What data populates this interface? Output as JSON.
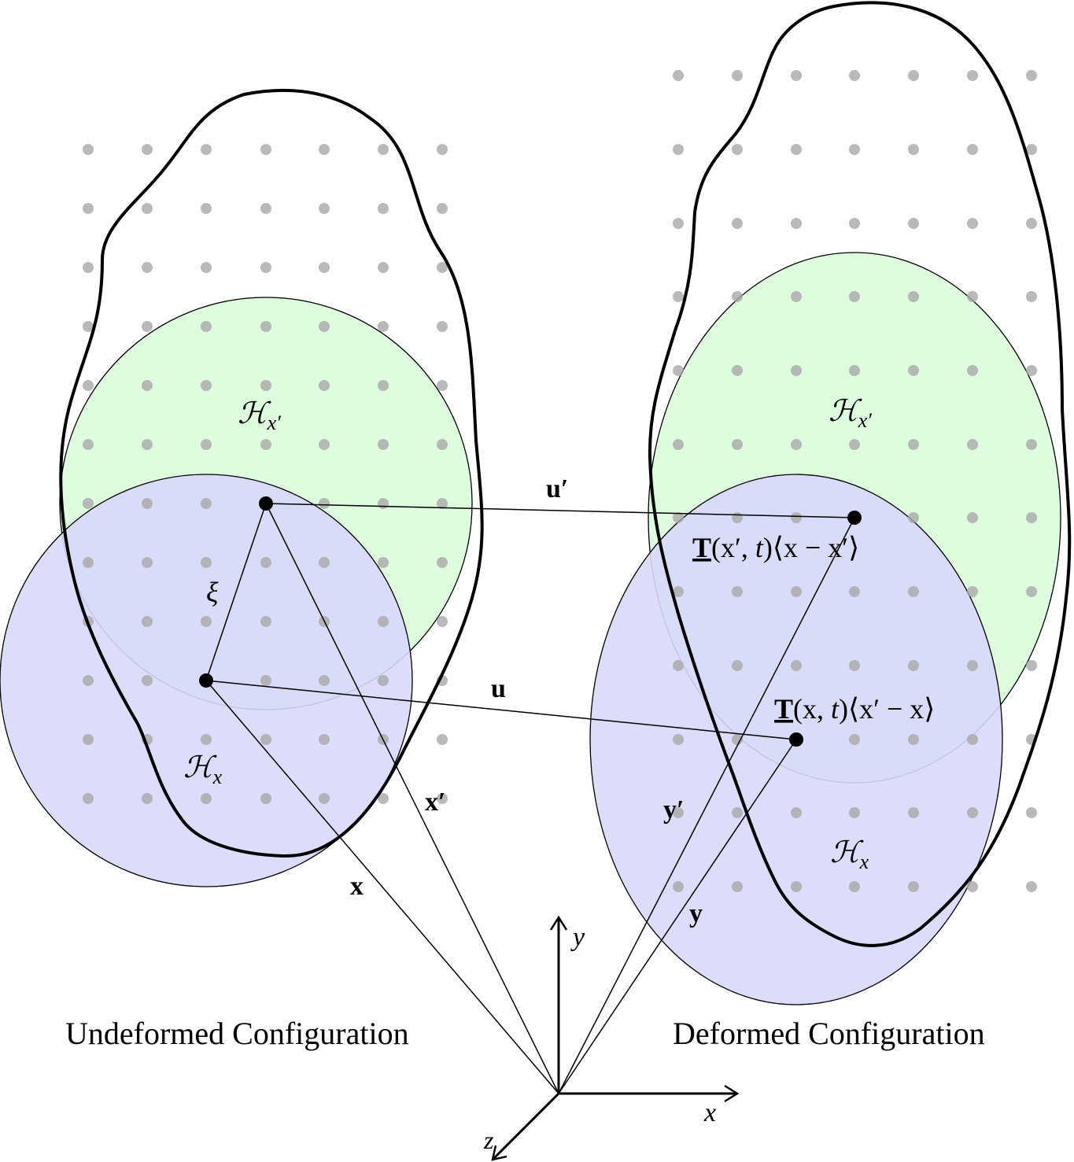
{
  "undeformed": {
    "caption": "Undeformed Configuration",
    "horizon_x_prime": {
      "sym": "ℋ",
      "sub": "x′"
    },
    "horizon_x": {
      "sym": "ℋ",
      "sub": "x"
    },
    "xi": "ξ",
    "vec_x": "x",
    "vec_x_prime": "x′"
  },
  "deformed": {
    "caption": "Deformed Configuration",
    "horizon_x_prime": {
      "sym": "ℋ",
      "sub": "x′"
    },
    "horizon_x": {
      "sym": "ℋ",
      "sub": "x"
    },
    "vec_y": "y",
    "vec_y_prime": "y′",
    "state_at_x_prime": {
      "T": "T",
      "args": "(x′, ",
      "t": "t",
      "rest": ")⟨x − x′⟩"
    },
    "state_at_x": {
      "T": "T",
      "args": "(x, ",
      "t": "t",
      "rest": ")⟨x′ − x⟩"
    }
  },
  "displacements": {
    "u": "u",
    "u_prime": "u′"
  },
  "axes": {
    "x": "x",
    "y": "y",
    "z": "z"
  },
  "colors": {
    "horizon_x_prime_fill": "#d8fbd8",
    "horizon_x_fill": "#d8d8fb",
    "grid_dot": "#a8a8a8",
    "outline": "#000000"
  }
}
